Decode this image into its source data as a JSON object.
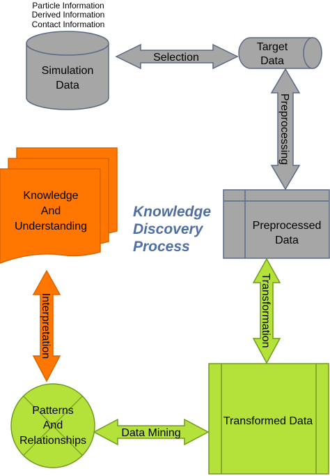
{
  "notes": {
    "particle": "Particle Information",
    "derived": "Derived Information",
    "contact": "Contact Information"
  },
  "nodes": {
    "simulation_data": {
      "line1": "Simulation",
      "line2": "Data",
      "shape": "cylinder"
    },
    "target_data": {
      "line1": "Target",
      "line2": "Data",
      "shape": "horizontal-cylinder"
    },
    "preprocessed_data": {
      "line1": "Preprocessed",
      "line2": "Data",
      "shape": "internal-storage"
    },
    "transformed_data": {
      "label": "Transformed Data",
      "shape": "predefined-process"
    },
    "patterns": {
      "line1": "Patterns",
      "line2": "And",
      "line3": "Relationships",
      "shape": "sort-circle"
    },
    "knowledge": {
      "line1": "Knowledge",
      "line2": "And",
      "line3": "Understanding",
      "shape": "multi-document"
    }
  },
  "edges": {
    "selection": "Selection",
    "preprocessing": "Preprocessing",
    "transformation": "Transformation",
    "data_mining": "Data Mining",
    "interpretation": "Interpretation"
  },
  "title": {
    "line1": "Knowledge",
    "line2": "Discovery",
    "line3": "Process"
  },
  "colors": {
    "gray_fill": "#a6a6a6",
    "gray_stroke": "#5a6a86",
    "green_fill": "#b5e23a",
    "green_stroke": "#6f9a1e",
    "orange_fill": "#ff7700",
    "orange_stroke": "#d96400",
    "title_blue": "#4f6fa3"
  }
}
